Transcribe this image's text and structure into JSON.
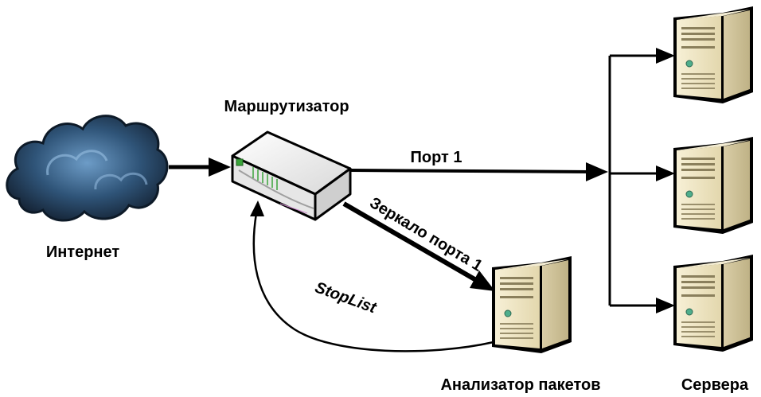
{
  "labels": {
    "internet": "Интернет",
    "router": "Маршрутизатор",
    "port1": "Порт 1",
    "mirror": "Зеркало порта 1",
    "stoplist": "StopList",
    "analyzer": "Анализатор пакетов",
    "servers": "Сервера"
  },
  "colors": {
    "line": "#000000",
    "cloud_dark": "#1b2f45",
    "cloud_light": "#5c89b3",
    "server_face": "#efe6c4",
    "server_side": "#cfc39b",
    "router_body": "#f2f2f2",
    "router_led": "#3aa43a"
  }
}
